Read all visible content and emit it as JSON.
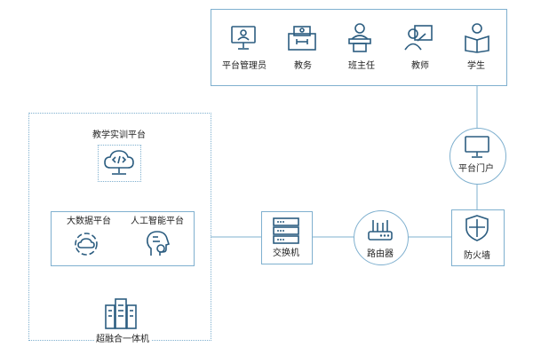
{
  "roles": [
    "平台管理员",
    "教务",
    "班主任",
    "教师",
    "学生"
  ],
  "portal": "平台门户",
  "firewall": "防火墙",
  "router": "路由器",
  "switch": "交换机",
  "training": "教学实训平台",
  "bigdata": "大数据平台",
  "ai": "人工智能平台",
  "appliance": "超融合一体机",
  "colors": {
    "line": "#7fb0cf",
    "icon": "#2c5d80"
  }
}
